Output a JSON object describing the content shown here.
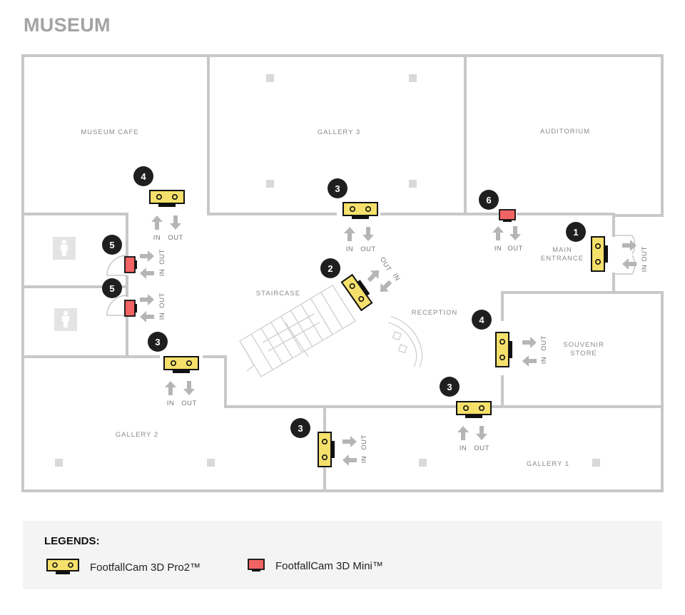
{
  "title": "MUSEUM",
  "rooms": {
    "museum_cafe": "MUSEUM CAFE",
    "gallery_3": "GALLERY 3",
    "auditorium": "AUDITORIUM",
    "main_entrance_line1": "MAIN",
    "main_entrance_line2": "ENTRANCE",
    "staircase": "STAIRCASE",
    "reception": "RECEPTION",
    "souvenir_store_line1": "SOUVENIR",
    "souvenir_store_line2": "STORE",
    "gallery_2": "GALLERY 2",
    "gallery_1": "GALLERY 1"
  },
  "flow": {
    "in": "IN",
    "out": "OUT"
  },
  "badges": [
    "1",
    "2",
    "3",
    "4",
    "5",
    "6"
  ],
  "legend": {
    "title": "LEGENDS:",
    "pro2": "FootfallCam 3D Pro2™",
    "mini": "FootfallCam 3D Mini™"
  },
  "colors": {
    "wall": "#c8c8c8",
    "pro2_fill": "#f5e06b",
    "mini_fill": "#f26464",
    "badge": "#1f1f1f",
    "arrow": "#b5b5b5"
  },
  "icons": [
    "male-restroom-icon",
    "female-restroom-icon",
    "arrow-up-icon",
    "arrow-down-icon",
    "arrow-left-icon",
    "arrow-right-icon"
  ]
}
